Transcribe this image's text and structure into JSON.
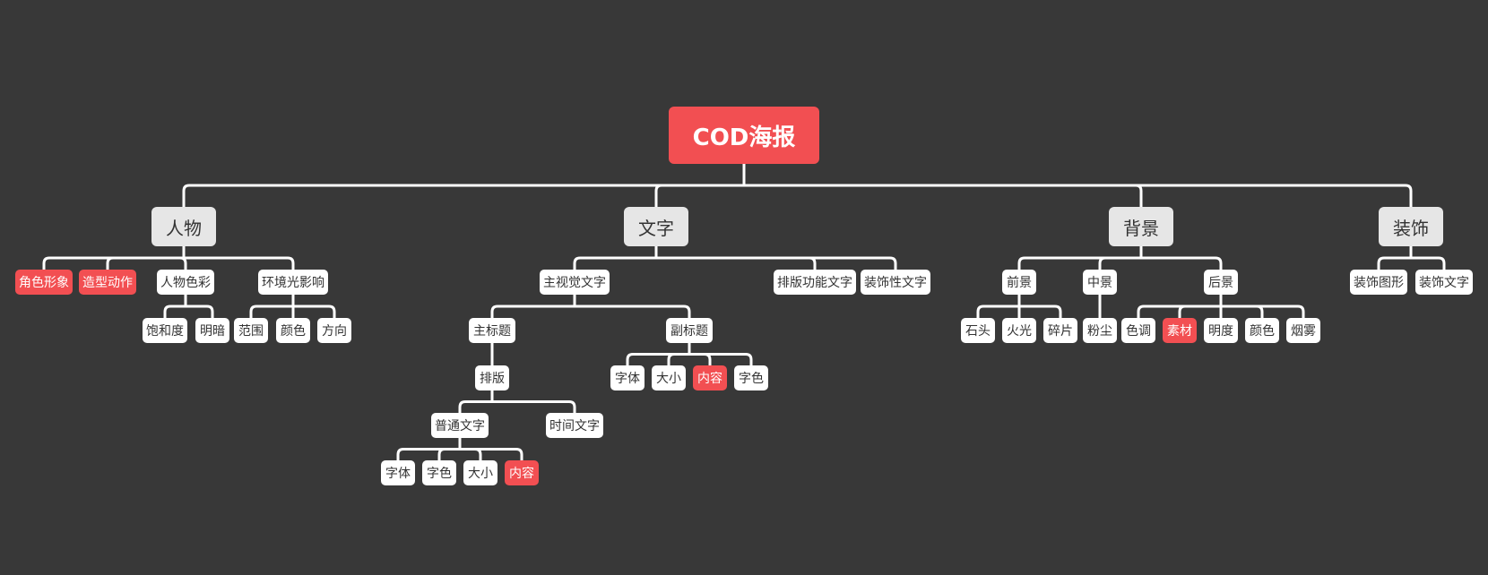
{
  "colors": {
    "background": "#383838",
    "connector": "#ffffff",
    "root": "#f24f52",
    "highlight": "#f24f52",
    "main_topic": "#e6e6e6",
    "subtopic": "#ffffff",
    "text": "#333333"
  },
  "tree": {
    "label": "COD海报",
    "children": [
      {
        "label": "人物",
        "children": [
          {
            "label": "角色形象",
            "highlight": true
          },
          {
            "label": "造型动作",
            "highlight": true
          },
          {
            "label": "人物色彩",
            "children": [
              {
                "label": "饱和度"
              },
              {
                "label": "明暗"
              }
            ]
          },
          {
            "label": "环境光影响",
            "children": [
              {
                "label": "范围"
              },
              {
                "label": "颜色"
              },
              {
                "label": "方向"
              }
            ]
          }
        ]
      },
      {
        "label": "文字",
        "children": [
          {
            "label": "主视觉文字",
            "children": [
              {
                "label": "主标题",
                "children": [
                  {
                    "label": "排版",
                    "children": [
                      {
                        "label": "普通文字",
                        "children": [
                          {
                            "label": "字体"
                          },
                          {
                            "label": "字色"
                          },
                          {
                            "label": "大小"
                          },
                          {
                            "label": "内容",
                            "highlight": true
                          }
                        ]
                      },
                      {
                        "label": "时间文字"
                      }
                    ]
                  }
                ]
              },
              {
                "label": "副标题",
                "children": [
                  {
                    "label": "字体"
                  },
                  {
                    "label": "大小"
                  },
                  {
                    "label": "内容",
                    "highlight": true
                  },
                  {
                    "label": "字色"
                  }
                ]
              }
            ]
          },
          {
            "label": "排版功能文字"
          },
          {
            "label": "装饰性文字"
          }
        ]
      },
      {
        "label": "背景",
        "children": [
          {
            "label": "前景",
            "children": [
              {
                "label": "石头"
              },
              {
                "label": "火光"
              },
              {
                "label": "碎片"
              }
            ]
          },
          {
            "label": "中景",
            "children": [
              {
                "label": "粉尘"
              }
            ]
          },
          {
            "label": "后景",
            "children": [
              {
                "label": "色调"
              },
              {
                "label": "素材",
                "highlight": true
              },
              {
                "label": "明度"
              },
              {
                "label": "颜色"
              },
              {
                "label": "烟雾"
              }
            ]
          }
        ]
      },
      {
        "label": "装饰",
        "children": [
          {
            "label": "装饰图形"
          },
          {
            "label": "装饰文字"
          }
        ]
      }
    ]
  }
}
